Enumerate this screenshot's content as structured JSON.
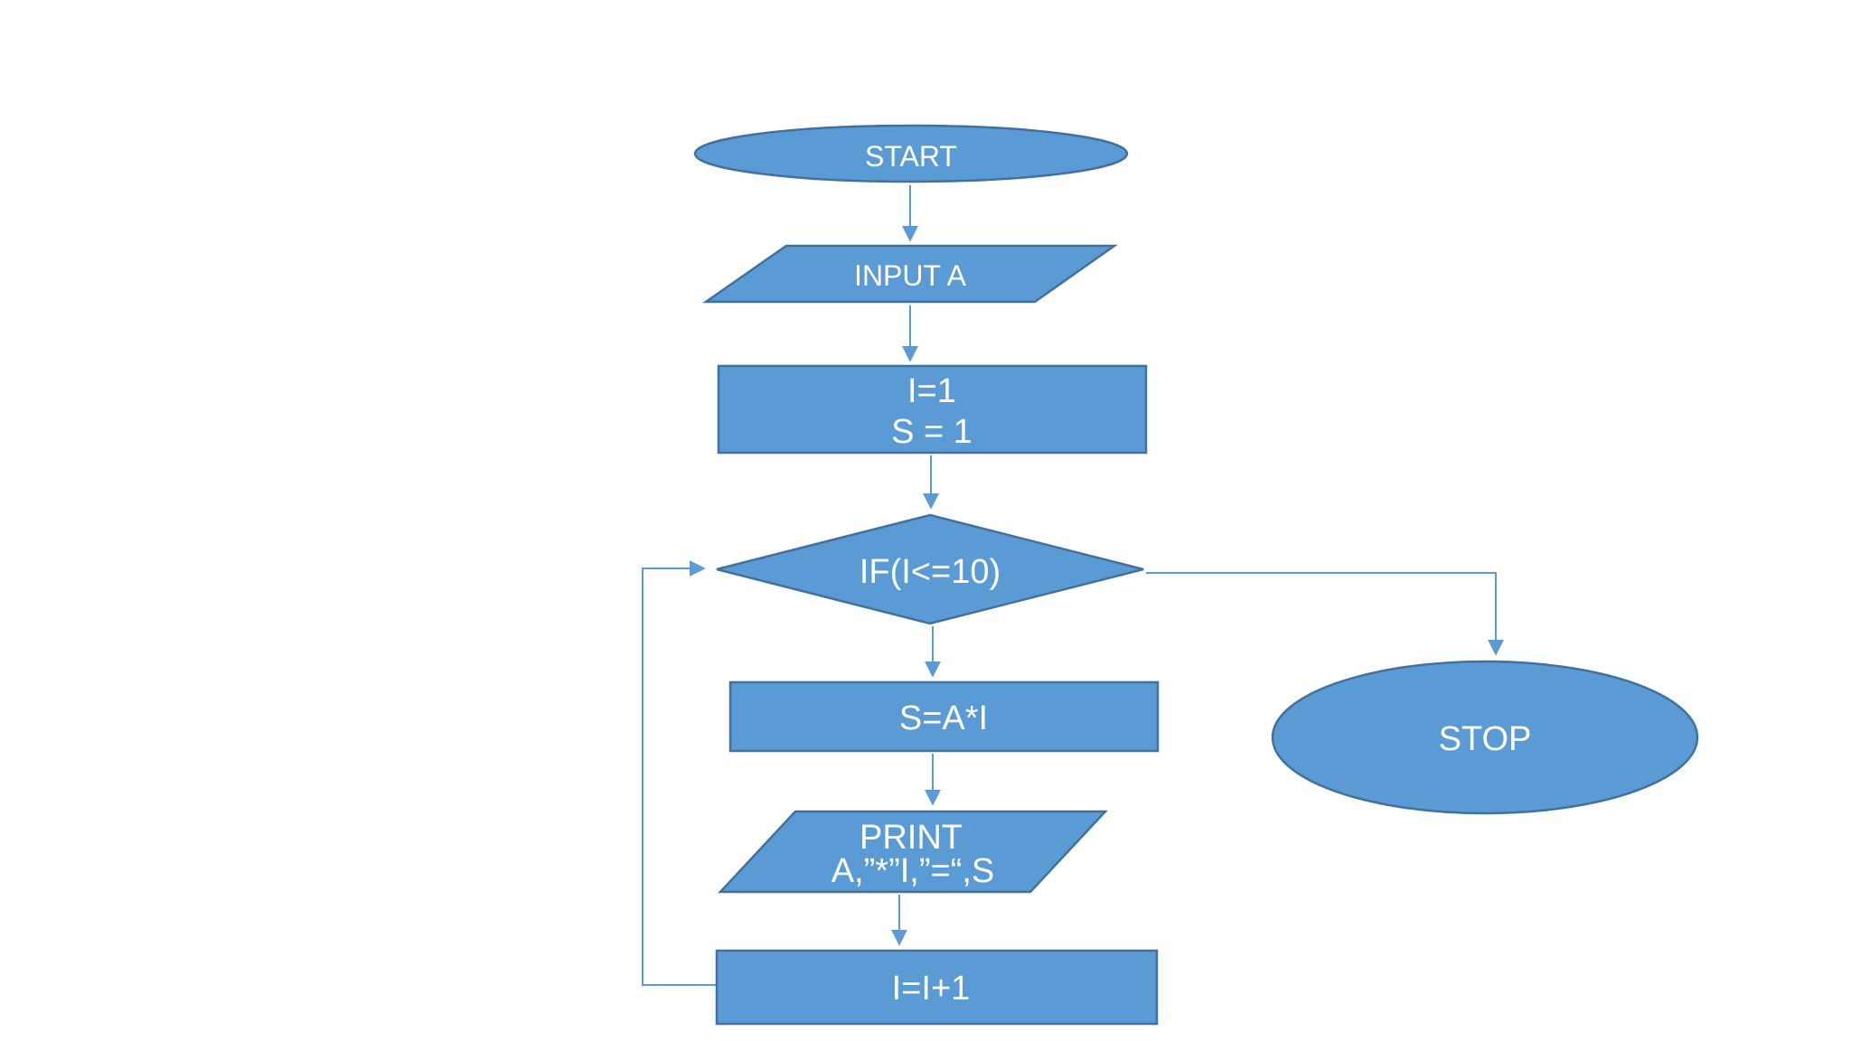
{
  "diagram": {
    "type": "flowchart",
    "colors": {
      "shape_fill": "#5b9bd5",
      "shape_border": "#41719c",
      "connector": "#5b9bd5",
      "text": "#ffffff",
      "background": "#ffffff"
    },
    "nodes": {
      "start": {
        "shape": "terminator",
        "label": "START"
      },
      "input": {
        "shape": "input-output",
        "label": "INPUT A"
      },
      "init": {
        "shape": "process",
        "line1": "I=1",
        "line2": "S = 1"
      },
      "decision": {
        "shape": "decision",
        "label": "IF(I<=10)"
      },
      "compute": {
        "shape": "process",
        "label": "S=A*I"
      },
      "print": {
        "shape": "input-output",
        "line1": "PRINT",
        "line2": "A,”*”I,”=“,S"
      },
      "increment": {
        "shape": "process",
        "label": "I=I+1"
      },
      "stop": {
        "shape": "terminator",
        "label": "STOP"
      }
    },
    "edges": [
      {
        "from": "start",
        "to": "input"
      },
      {
        "from": "input",
        "to": "init"
      },
      {
        "from": "init",
        "to": "decision"
      },
      {
        "from": "decision",
        "to": "compute"
      },
      {
        "from": "compute",
        "to": "print"
      },
      {
        "from": "print",
        "to": "increment"
      },
      {
        "from": "increment",
        "to": "decision",
        "kind": "loop-back"
      },
      {
        "from": "decision",
        "to": "stop",
        "kind": "exit-branch"
      }
    ]
  }
}
